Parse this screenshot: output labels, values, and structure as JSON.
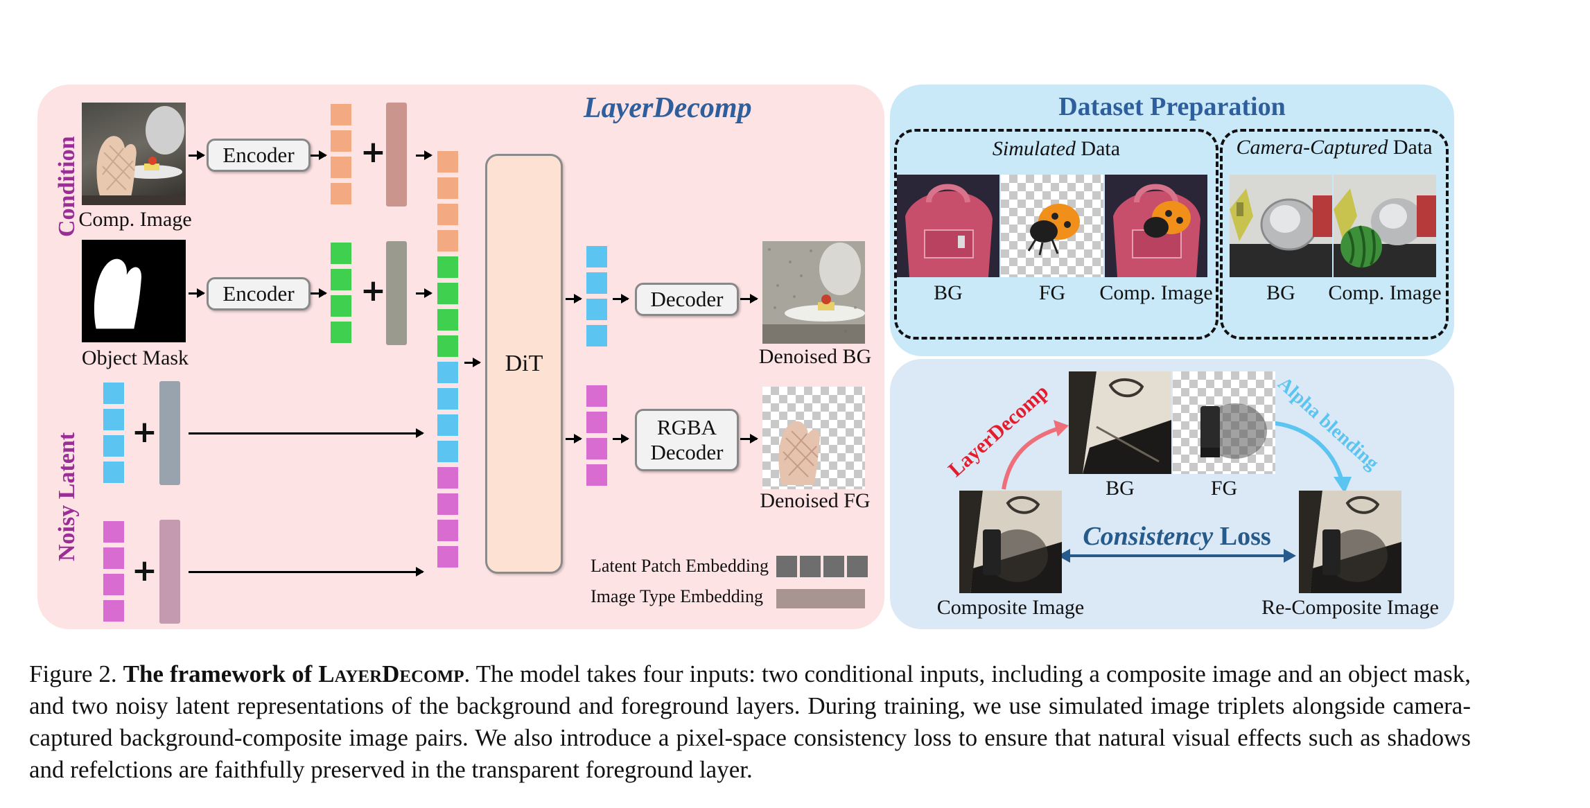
{
  "left_panel": {
    "title": "LayerDecomp",
    "condition_label": "Condition",
    "noisy_latent_label": "Noisy Latent",
    "comp_image_label": "Comp. Image",
    "object_mask_label": "Object Mask",
    "encoder_label": "Encoder",
    "dit_label": "DiT",
    "decoder_label": "Decoder",
    "rgba_decoder_label_1": "RGBA",
    "rgba_decoder_label_2": "Decoder",
    "denoised_bg_label": "Denoised BG",
    "denoised_fg_label": "Denoised FG",
    "legend_patch": "Latent Patch Embedding",
    "legend_type": "Image Type Embedding",
    "plus_sign": "+",
    "colors": {
      "orange": "#f3a981",
      "green": "#3fd04f",
      "blue": "#5bc4f1",
      "magenta": "#d96cd1",
      "type_brown": "#c9958c",
      "type_gray": "#9a9a8e",
      "type_bluegray": "#98a3ad",
      "type_mauve": "#c49ab0",
      "dit_fill": "#fde2d4"
    }
  },
  "dataset_panel": {
    "title": "Dataset Preparation",
    "simulated_em": "Simulated",
    "simulated_rest": " Data",
    "camera_em": "Camera-Captured",
    "camera_rest": " Data",
    "bg_label": "BG",
    "fg_label": "FG",
    "comp_image_label": "Comp. Image"
  },
  "loss_panel": {
    "layerdecomp_arrow_label": "LayerDecomp",
    "alpha_blending_label": "Alpha blending",
    "bg_label": "BG",
    "fg_label": "FG",
    "consistency_em": "Consistency",
    "consistency_rest": " Loss",
    "composite_label": "Composite Image",
    "recomposite_label": "Re-Composite Image"
  },
  "caption": {
    "prefix": "Figure 2. ",
    "bold_start": "The framework of ",
    "bold_sc": "LayerDecomp",
    "after_bold": ". ",
    "body": "The model takes four inputs: two conditional inputs, including a composite image and an object mask, and two noisy latent representations of the background and foreground layers. During training, we use simulated image triplets alongside camera-captured background-composite image pairs. We also introduce a pixel-space consistency loss to ensure that natural visual effects such as shadows and refelctions are faithfully preserved in the transparent foreground layer."
  }
}
